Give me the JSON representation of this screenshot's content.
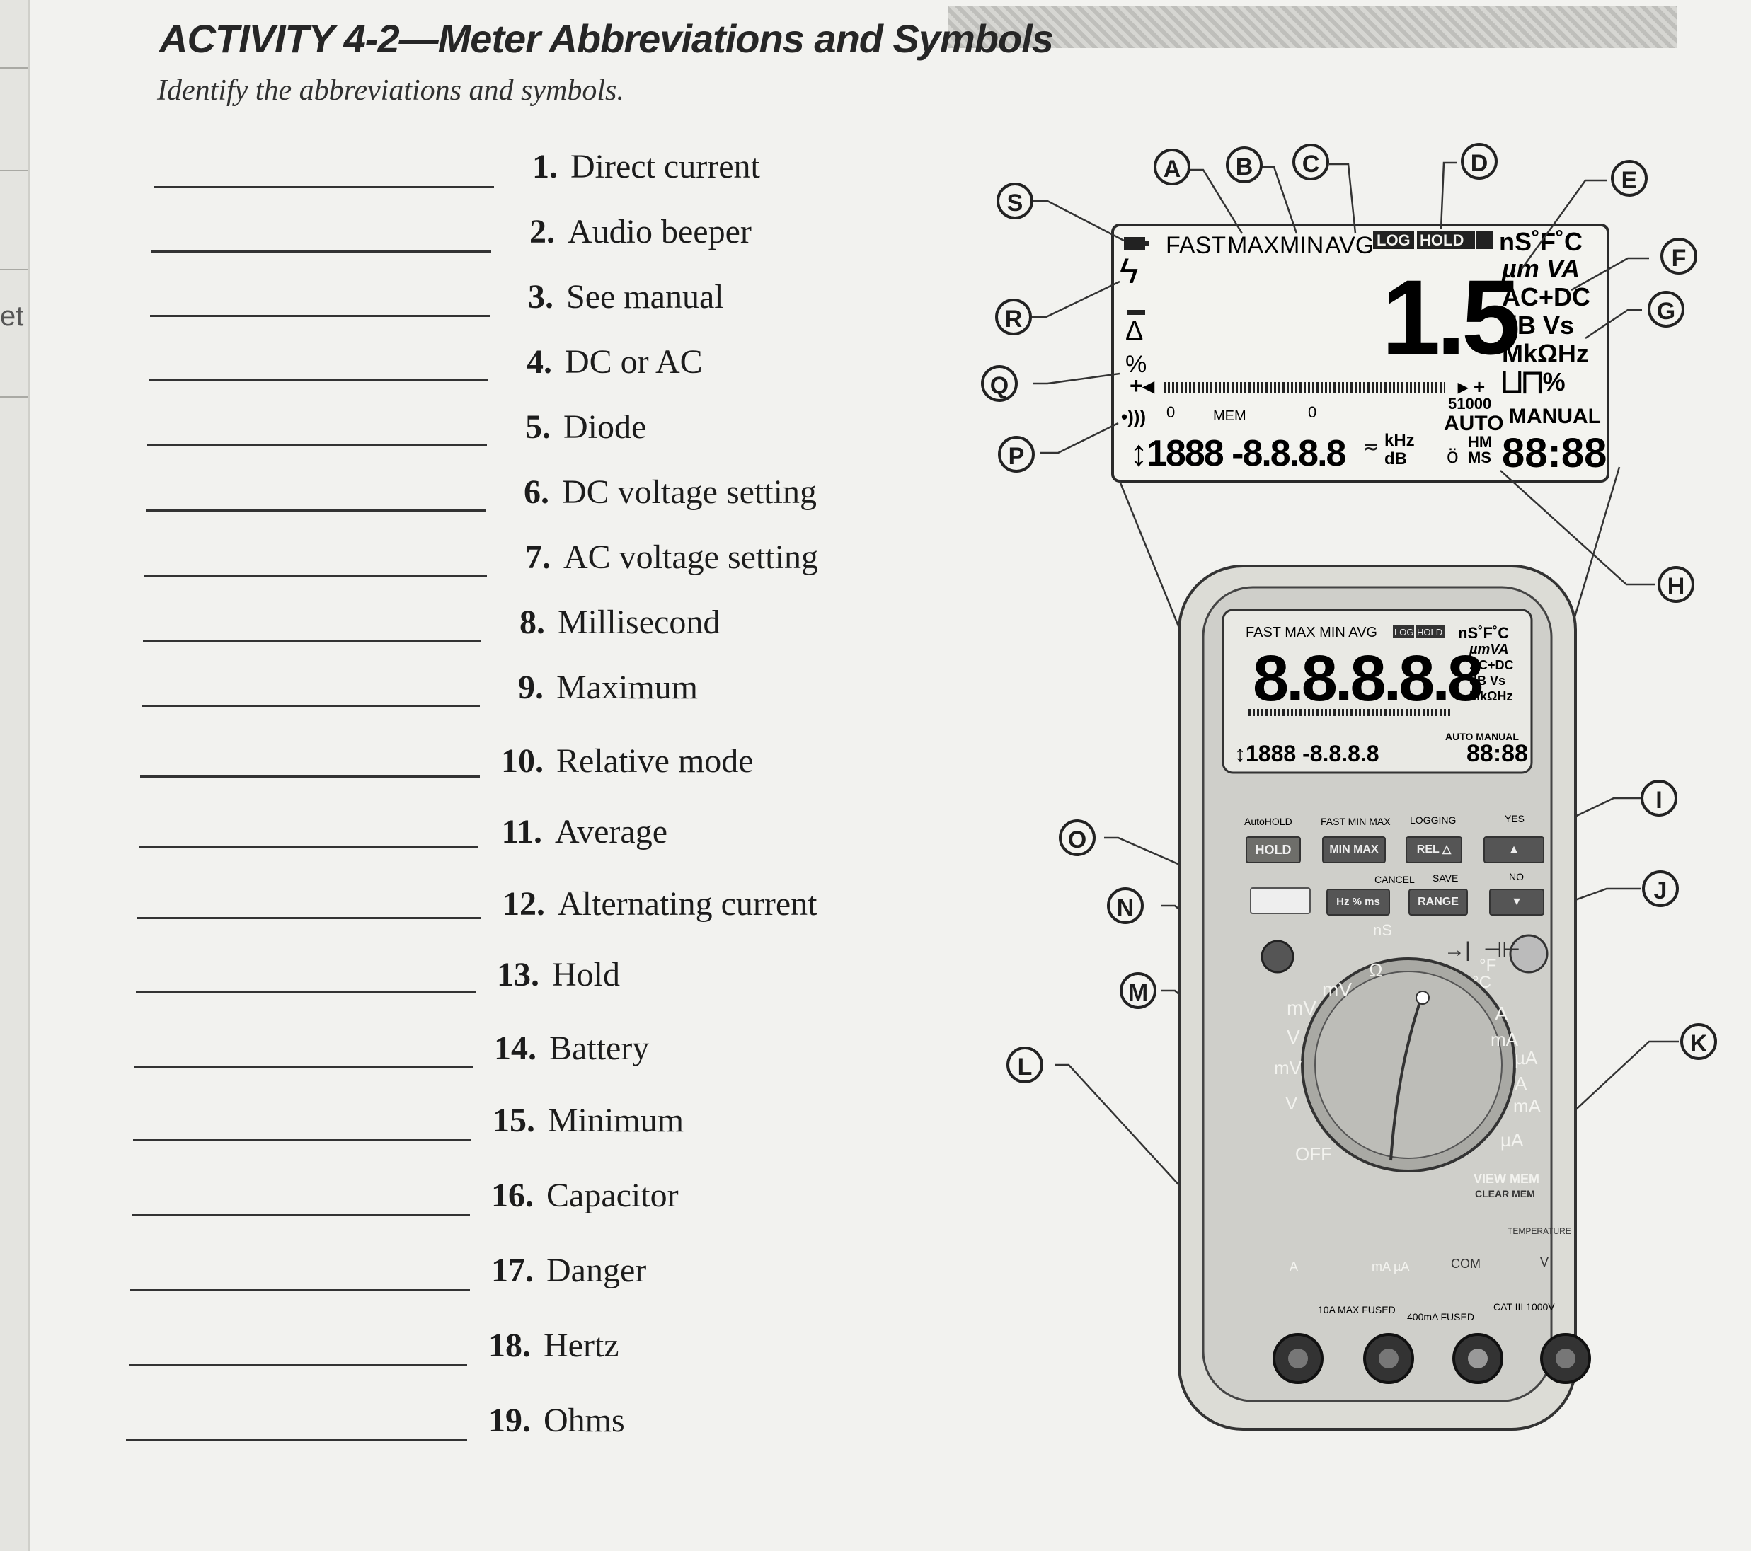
{
  "page": {
    "title": "ACTIVITY 4-2—Meter Abbreviations and Symbols",
    "subtitle": "Identify the abbreviations and symbols.",
    "edge_text": "et"
  },
  "questions": [
    {
      "num": "1.",
      "text": "Direct current"
    },
    {
      "num": "2.",
      "text": "Audio beeper"
    },
    {
      "num": "3.",
      "text": "See manual"
    },
    {
      "num": "4.",
      "text": "DC or AC"
    },
    {
      "num": "5.",
      "text": "Diode"
    },
    {
      "num": "6.",
      "text": "DC voltage setting"
    },
    {
      "num": "7.",
      "text": "AC voltage setting"
    },
    {
      "num": "8.",
      "text": "Millisecond"
    },
    {
      "num": "9.",
      "text": "Maximum"
    },
    {
      "num": "10.",
      "text": "Relative mode"
    },
    {
      "num": "11.",
      "text": "Average"
    },
    {
      "num": "12.",
      "text": "Alternating current"
    },
    {
      "num": "13.",
      "text": "Hold"
    },
    {
      "num": "14.",
      "text": "Battery"
    },
    {
      "num": "15.",
      "text": "Minimum"
    },
    {
      "num": "16.",
      "text": "Capacitor"
    },
    {
      "num": "17.",
      "text": "Danger"
    },
    {
      "num": "18.",
      "text": "Hertz"
    },
    {
      "num": "19.",
      "text": "Ohms"
    }
  ],
  "callouts": [
    "A",
    "B",
    "C",
    "D",
    "E",
    "F",
    "G",
    "H",
    "I",
    "J",
    "K",
    "L",
    "M",
    "N",
    "O",
    "P",
    "Q",
    "R",
    "S"
  ],
  "display": {
    "fast": "FAST",
    "max": "MAX",
    "min": "MIN",
    "avg": "AVG",
    "log": "LOG",
    "hold": "HOLD",
    "ns_f_c": "nS˚F˚C",
    "mvolt": "µm VA",
    "acdc": "AC+DC",
    "db_vs": "dB  Vs",
    "mkohm": "MkΩHz",
    "pulse": "⨆⨅%",
    "reading": "1.5",
    "percent": "%",
    "mem": "MEM",
    "zero": "0",
    "scale_val": "51000",
    "auto": "AUTO",
    "manual": "MANUAL",
    "left_digits": "↕1888 -8.8.8.8",
    "khz": "kHz",
    "db": "dB",
    "hm": "HM",
    "ms": "MS",
    "clock": "88:88",
    "beeper": "•)))",
    "plus_arrow": "+◂"
  },
  "meter": {
    "mini_top": "FAST MAX MIN AVG",
    "mini_log": "LOG",
    "mini_hold": "HOLD",
    "mini_units": "nS˚F˚C",
    "mini_digits": "8.8.8.8.8",
    "mini_units2": "µmVA",
    "mini_units3": "AC+DC",
    "mini_units4": "dB Vs",
    "mini_units5": "MkΩHz",
    "mini_bottom": "↕1888 -8.8.8.8",
    "mini_clock": "88:88",
    "mini_auto": "AUTO MANUAL",
    "lbl_autohold": "AutoHOLD",
    "lbl_fast": "FAST MIN MAX",
    "lbl_logging": "LOGGING",
    "lbl_yes": "YES",
    "btn_hold": "HOLD",
    "btn_minmax": "MIN MAX",
    "btn_rel": "REL △",
    "lbl_cancel": "CANCEL",
    "lbl_save": "SAVE",
    "lbl_no": "NO",
    "btn_hz": "Hz % ms",
    "btn_range": "RANGE",
    "dial_mv": "mV",
    "dial_v": "V",
    "dial_mv2": "mV",
    "dial_v2": "V",
    "dial_off": "OFF",
    "dial_a": "A",
    "dial_ma": "mA",
    "dial_ua": "µA",
    "view_mem": "VIEW MEM",
    "clear_mem": "CLEAR MEM",
    "temperature": "TEMPERATURE",
    "jack_a": "A",
    "jack_ma": "mA µA",
    "jack_com": "COM",
    "jack_v": "V",
    "fuse1": "10A MAX FUSED",
    "fuse2": "400mA FUSED",
    "cat": "CAT III 1000V",
    "ns_small": "nS",
    "omega_small": "Ω",
    "degc": "°C",
    "degf": "°F"
  }
}
